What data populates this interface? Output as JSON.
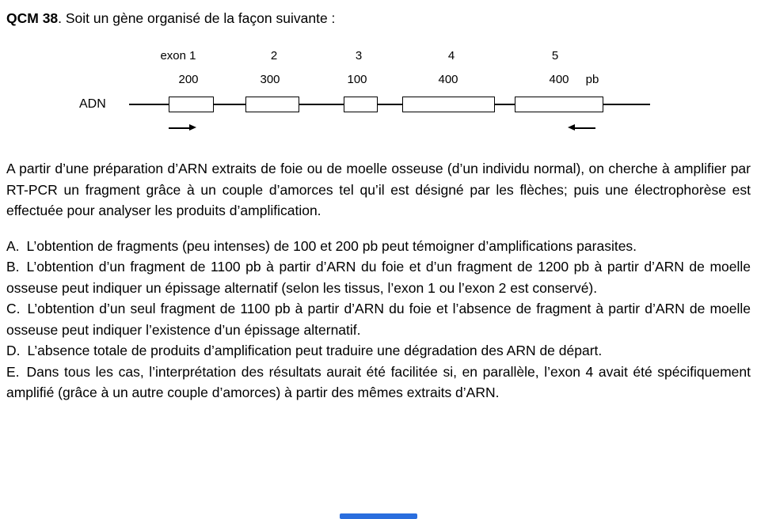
{
  "title": {
    "bold": "QCM 38",
    "rest": ". Soit un gène organisé de la façon suivante :"
  },
  "diagram": {
    "adn_label": "ADN",
    "unit_label": "pb",
    "exons": [
      {
        "name": "exon 1",
        "size": "200"
      },
      {
        "name": "2",
        "size": "300"
      },
      {
        "name": "3",
        "size": "100"
      },
      {
        "name": "4",
        "size": "400"
      },
      {
        "name": "5",
        "size": "400"
      }
    ],
    "primer_arrows": [
      "forward-under-exon-1",
      "reverse-under-exon-5"
    ]
  },
  "intro": "A partir d’une préparation d’ARN extraits de foie ou de moelle osseuse (d’un individu normal), on cherche à amplifier par RT-PCR un fragment grâce à un couple d’amorces tel qu’il est désigné par les flèches; puis une électrophorèse est effectuée pour analyser les produits d’amplification.",
  "options": [
    {
      "letter": "A.",
      "text": "L’obtention de fragments (peu intenses) de 100 et 200 pb peut témoigner d’amplifications parasites."
    },
    {
      "letter": "B.",
      "text": "L’obtention d’un fragment de 1100 pb à partir d’ARN du foie et d’un fragment de 1200 pb à partir d’ARN de moelle osseuse peut indiquer un épissage alternatif (selon les tissus, l’exon 1 ou l’exon 2 est conservé)."
    },
    {
      "letter": "C.",
      "text": "L’obtention d’un seul fragment de 1100 pb à partir d’ARN du foie et l’absence de fragment à partir d’ARN de moelle osseuse peut indiquer l’existence d’un épissage alternatif."
    },
    {
      "letter": "D.",
      "text": "L’absence totale de produits d’amplification peut traduire une dégradation des ARN de départ."
    },
    {
      "letter": "E.",
      "text": "Dans tous les cas, l’interprétation des résultats aurait été facilitée si, en parallèle, l’exon 4 avait été spécifiquement amplifié (grâce à un autre couple d’amorces) à partir des mêmes extraits d’ARN."
    }
  ],
  "colors": {
    "page_background": "#ffffff",
    "text": "#000000",
    "scroll_indicator": "#2a6ede"
  }
}
